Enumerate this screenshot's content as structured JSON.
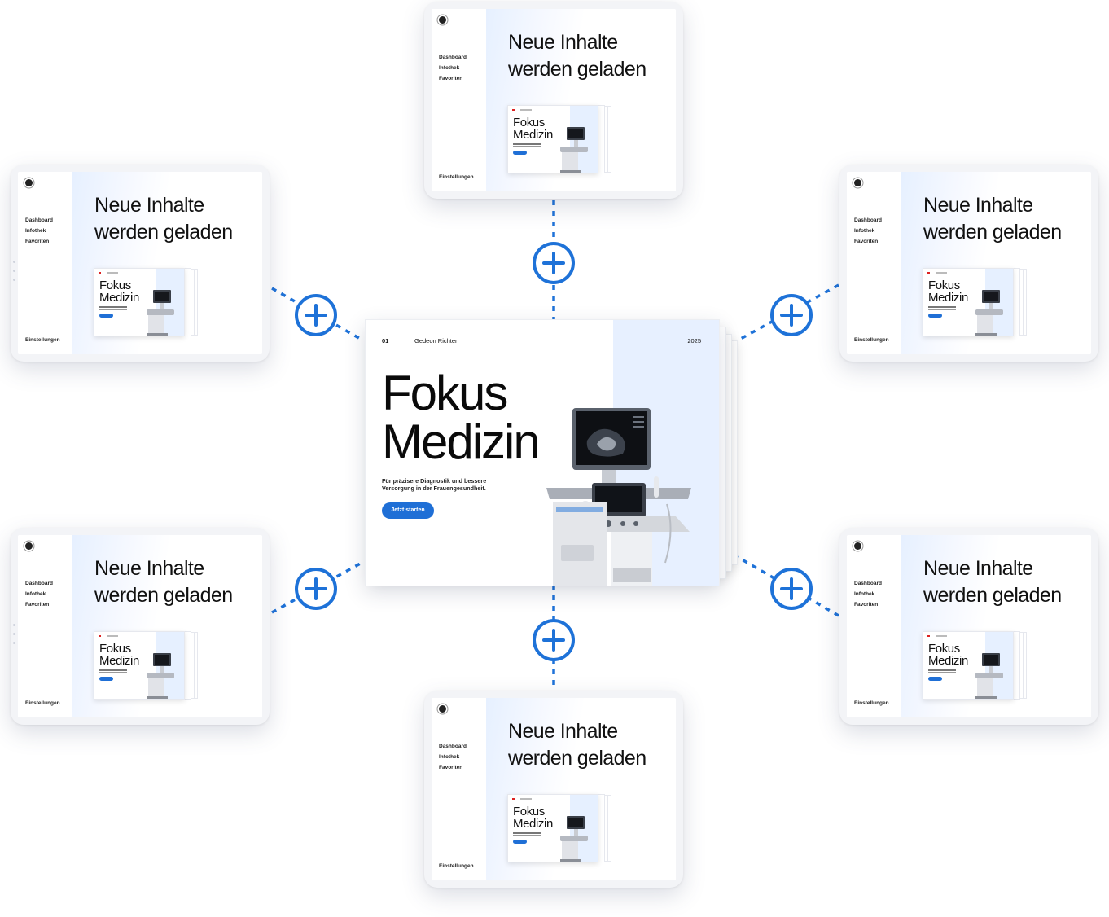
{
  "hub": {
    "page_number": "01",
    "author": "Gedeon Richter",
    "year": "2025",
    "title_line1": "Fokus",
    "title_line2": "Medizin",
    "subtitle_line1": "Für präzisere Diagnostik und bessere",
    "subtitle_line2": "Versorgung in der Frauengesundheit.",
    "cta_label": "Jetzt starten"
  },
  "tablet": {
    "nav": [
      "Dashboard",
      "Infothek",
      "Favoriten"
    ],
    "settings": "Einstellungen",
    "headline_line1": "Neue Inhalte",
    "headline_line2": "werden geladen",
    "thumb_title_line1": "Fokus",
    "thumb_title_line2": "Medizin"
  },
  "colors": {
    "accent": "#1e72d8",
    "panel_tint": "#e7f0ff"
  },
  "icons": [
    "plus-icon",
    "ultrasound-machine-image",
    "logo-icon"
  ]
}
